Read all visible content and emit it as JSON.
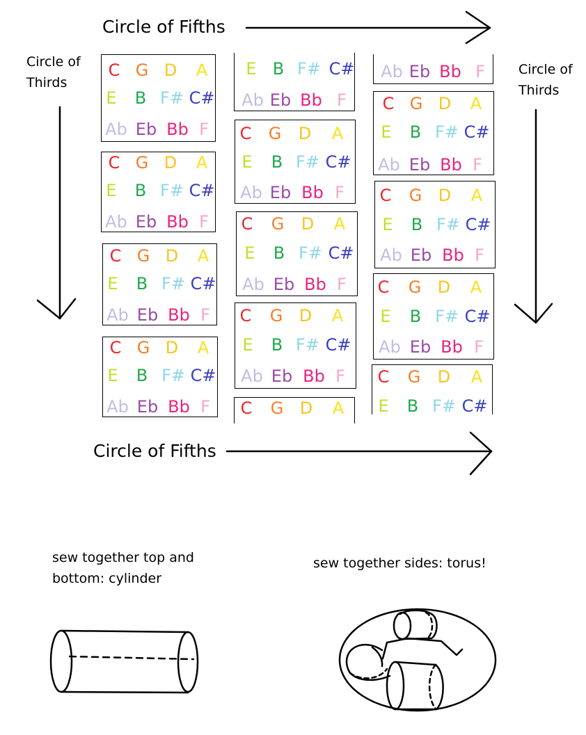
{
  "labels": {
    "fifths_top": "Circle of Fifths",
    "fifths_bottom": "Circle of Fifths",
    "thirds_left": "Circle of\nThirds",
    "thirds_right": "Circle of\nThirds",
    "cylinder_caption": "sew together top and\nbottom:  cylinder",
    "torus_caption": "sew together sides: torus!"
  },
  "note_grid": {
    "rows": [
      [
        {
          "note": "C",
          "color": "#e8262d"
        },
        {
          "note": "G",
          "color": "#f57f2a"
        },
        {
          "note": "D",
          "color": "#f7c51d"
        },
        {
          "note": "A",
          "color": "#f9e21c"
        }
      ],
      [
        {
          "note": "E",
          "color": "#bfe02a"
        },
        {
          "note": "B",
          "color": "#1fa94a"
        },
        {
          "note": "F#",
          "color": "#8fd6e8"
        },
        {
          "note": "C#",
          "color": "#3b3fbd"
        }
      ],
      [
        {
          "note": "Ab",
          "color": "#c2bde3"
        },
        {
          "note": "Eb",
          "color": "#9a4aa6"
        },
        {
          "note": "Bb",
          "color": "#e8257e"
        },
        {
          "note": "F",
          "color": "#f7a6c8"
        }
      ]
    ]
  }
}
